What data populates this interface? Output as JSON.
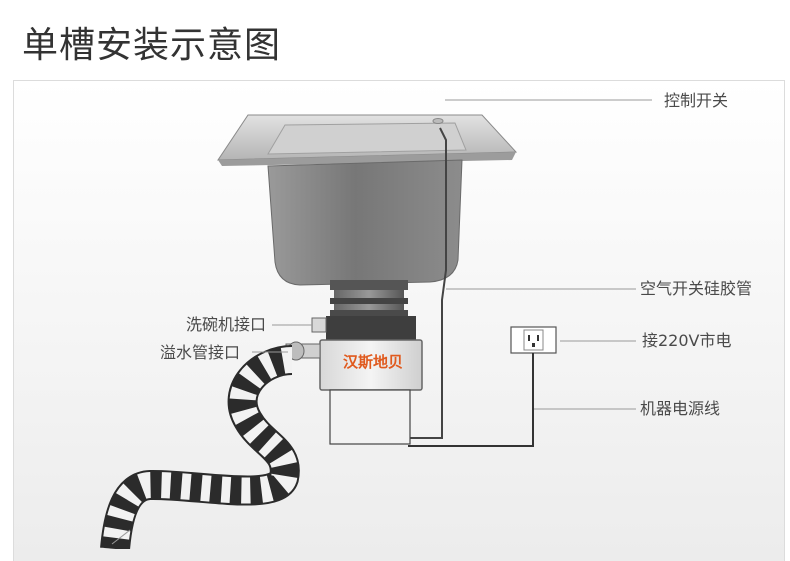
{
  "title": "单槽安装示意图",
  "labels": {
    "control_switch": "控制开关",
    "air_hose": "空气开关硅胶管",
    "dishwasher_port": "洗碗机接口",
    "overflow_port": "溢水管接口",
    "power_220v": "接220V市电",
    "power_cord": "机器电源线",
    "brand": "汉斯地贝"
  },
  "colors": {
    "title": "#333333",
    "label": "#4a4a4a",
    "brand": "#e05a1e",
    "leader": "#888888"
  }
}
